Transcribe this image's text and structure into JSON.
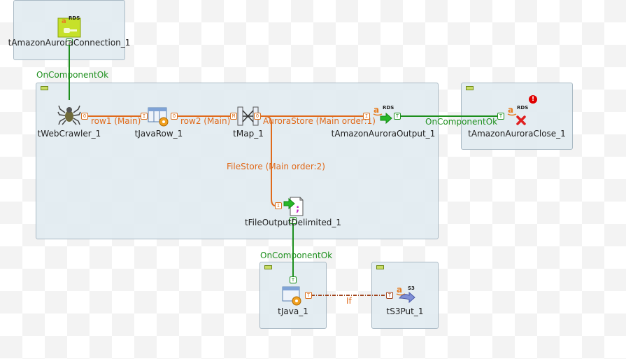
{
  "components": {
    "aurora_connection": {
      "label": "tAmazonAuroraConnection_1",
      "badge": "RDS"
    },
    "web_crawler": {
      "label": "tWebCrawler_1"
    },
    "java_row": {
      "label": "tJavaRow_1"
    },
    "tmap": {
      "label": "tMap_1"
    },
    "aurora_output": {
      "label": "tAmazonAuroraOutput_1",
      "badge": "RDS"
    },
    "aurora_close": {
      "label": "tAmazonAuroraClose_1",
      "badge": "RDS"
    },
    "file_output": {
      "label": "tFileOutputDelimited_1"
    },
    "java": {
      "label": "tJava_1"
    },
    "s3put": {
      "label": "tS3Put_1",
      "badge": "S3"
    }
  },
  "links": {
    "connection_ok": "OnComponentOk",
    "row1": "row1 (Main)",
    "row2": "row2 (Main)",
    "aurora_store": "AuroraStore (Main order:1)",
    "file_store": "FileStore (Main order:2)",
    "output_ok": "OnComponentOk",
    "file_ok": "OnComponentOk",
    "if": "If"
  },
  "connectors": {
    "trigger": "T",
    "data_in": "I",
    "data_out": "O",
    "map_in": "M"
  },
  "colors": {
    "flow": "#e06a1b",
    "trigger": "#1d8f1d",
    "subjob": "#e0eaf0",
    "error": "#e00000"
  }
}
